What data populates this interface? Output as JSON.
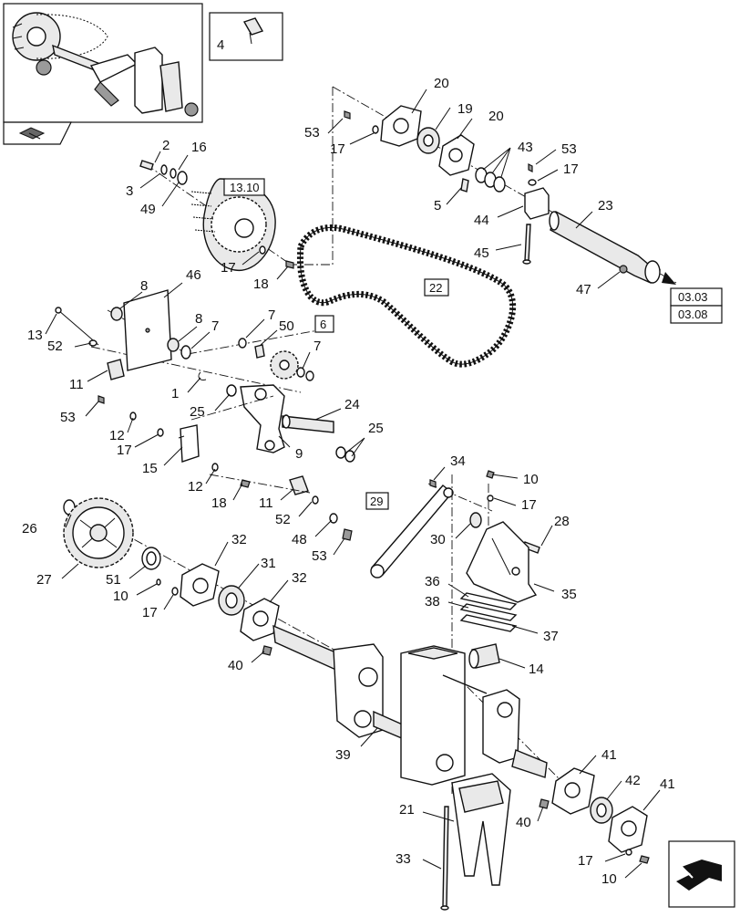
{
  "diagram": {
    "thumbnail_box": {
      "caption": "4"
    },
    "section_refs": [
      {
        "id": "ref_13_10",
        "text": "13.10"
      },
      {
        "id": "ref_22",
        "text": "22"
      },
      {
        "id": "ref_6",
        "text": "6"
      },
      {
        "id": "ref_29",
        "text": "29"
      },
      {
        "id": "ref_03_03",
        "text": "03.03"
      },
      {
        "id": "ref_03_08",
        "text": "03.08"
      }
    ],
    "callouts": [
      {
        "t": "20"
      },
      {
        "t": "19"
      },
      {
        "t": "20"
      },
      {
        "t": "53"
      },
      {
        "t": "17"
      },
      {
        "t": "43"
      },
      {
        "t": "53"
      },
      {
        "t": "17"
      },
      {
        "t": "5"
      },
      {
        "t": "44"
      },
      {
        "t": "23"
      },
      {
        "t": "45"
      },
      {
        "t": "47"
      },
      {
        "t": "2"
      },
      {
        "t": "16"
      },
      {
        "t": "3"
      },
      {
        "t": "49"
      },
      {
        "t": "17"
      },
      {
        "t": "18"
      },
      {
        "t": "8"
      },
      {
        "t": "46"
      },
      {
        "t": "13"
      },
      {
        "t": "8"
      },
      {
        "t": "7"
      },
      {
        "t": "52"
      },
      {
        "t": "7"
      },
      {
        "t": "50"
      },
      {
        "t": "7"
      },
      {
        "t": "11"
      },
      {
        "t": "1"
      },
      {
        "t": "25"
      },
      {
        "t": "24"
      },
      {
        "t": "53"
      },
      {
        "t": "12"
      },
      {
        "t": "25"
      },
      {
        "t": "17"
      },
      {
        "t": "9"
      },
      {
        "t": "15"
      },
      {
        "t": "12"
      },
      {
        "t": "18"
      },
      {
        "t": "11"
      },
      {
        "t": "34"
      },
      {
        "t": "10"
      },
      {
        "t": "17"
      },
      {
        "t": "52"
      },
      {
        "t": "26"
      },
      {
        "t": "48"
      },
      {
        "t": "28"
      },
      {
        "t": "30"
      },
      {
        "t": "53"
      },
      {
        "t": "32"
      },
      {
        "t": "27"
      },
      {
        "t": "51"
      },
      {
        "t": "31"
      },
      {
        "t": "35"
      },
      {
        "t": "10"
      },
      {
        "t": "32"
      },
      {
        "t": "36"
      },
      {
        "t": "17"
      },
      {
        "t": "38"
      },
      {
        "t": "37"
      },
      {
        "t": "40"
      },
      {
        "t": "14"
      },
      {
        "t": "39"
      },
      {
        "t": "41"
      },
      {
        "t": "42"
      },
      {
        "t": "41"
      },
      {
        "t": "21"
      },
      {
        "t": "40"
      },
      {
        "t": "33"
      },
      {
        "t": "17"
      },
      {
        "t": "10"
      }
    ]
  }
}
